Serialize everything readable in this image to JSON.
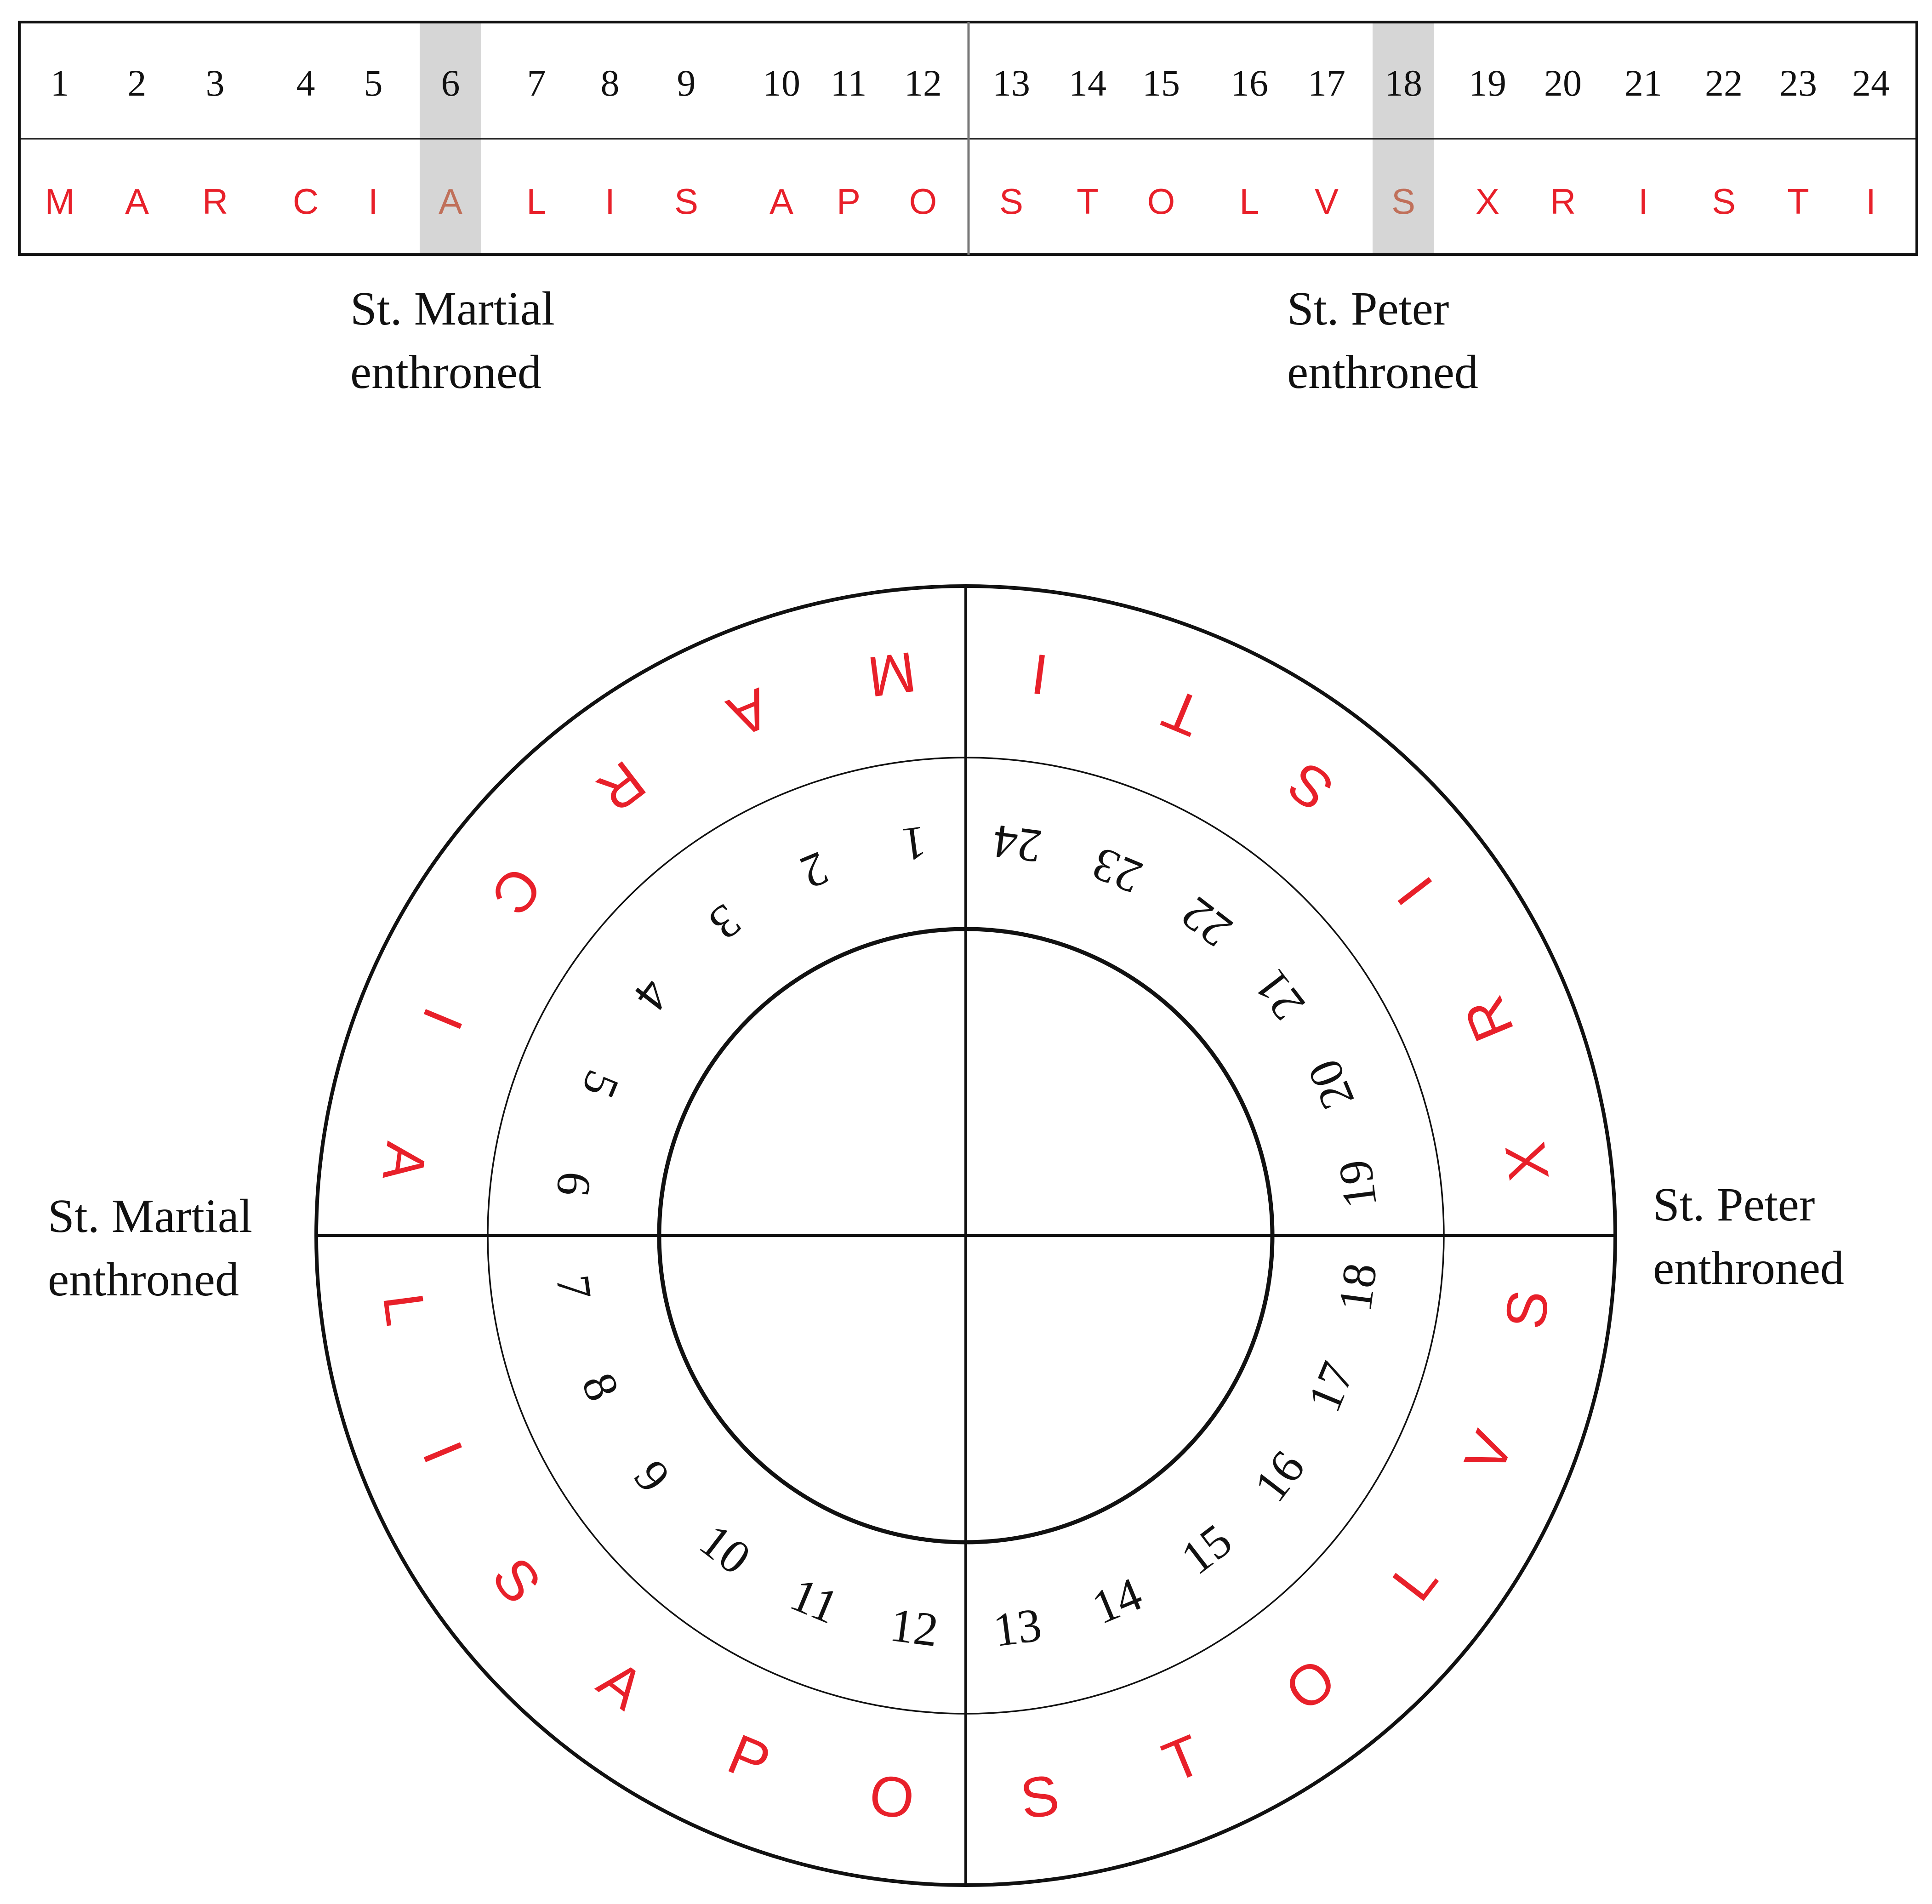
{
  "numbers": [
    "1",
    "2",
    "3",
    "4",
    "5",
    "6",
    "7",
    "8",
    "9",
    "10",
    "11",
    "12",
    "13",
    "14",
    "15",
    "16",
    "17",
    "18",
    "19",
    "20",
    "21",
    "22",
    "23",
    "24"
  ],
  "letters": [
    "M",
    "A",
    "R",
    "C",
    "I",
    "A",
    "L",
    "I",
    "S",
    "A",
    "P",
    "O",
    "S",
    "T",
    "O",
    "L",
    "V",
    "S",
    "X",
    "R",
    "I",
    "S",
    "T",
    "I"
  ],
  "highlighted_positions": [
    6,
    18
  ],
  "labels": {
    "martial": [
      "St. Martial",
      "enthroned"
    ],
    "peter": [
      "St. Peter",
      "enthroned"
    ]
  },
  "colors": {
    "letters": "#e8202a",
    "highlighted_letter": "#c0705a",
    "highlighted_number": "#7a7a7a",
    "highlight_fill": "#d6d6d6",
    "lines": "#111111"
  }
}
